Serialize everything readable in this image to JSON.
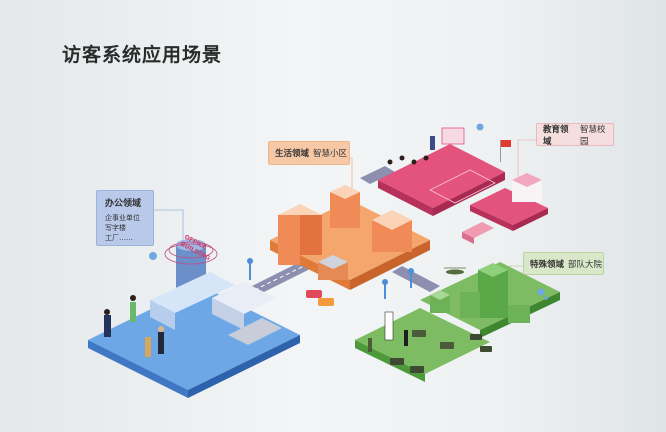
{
  "page": {
    "title": "访客系统应用场景"
  },
  "scenes": {
    "office": {
      "label": "办公领域",
      "items": [
        "企事业单位",
        "写字楼",
        "工厂……"
      ],
      "sign_line1": "OFFICE",
      "sign_line2": "BUILDING",
      "color": "#4a8fd8"
    },
    "community": {
      "label": "生活领域",
      "sub": "智慧小区",
      "color": "#f2955f"
    },
    "education": {
      "label": "教育领域",
      "sub": "智慧校园",
      "color": "#e4527e"
    },
    "military": {
      "label": "特殊领域",
      "sub": "部队大院",
      "color": "#6db256"
    }
  }
}
